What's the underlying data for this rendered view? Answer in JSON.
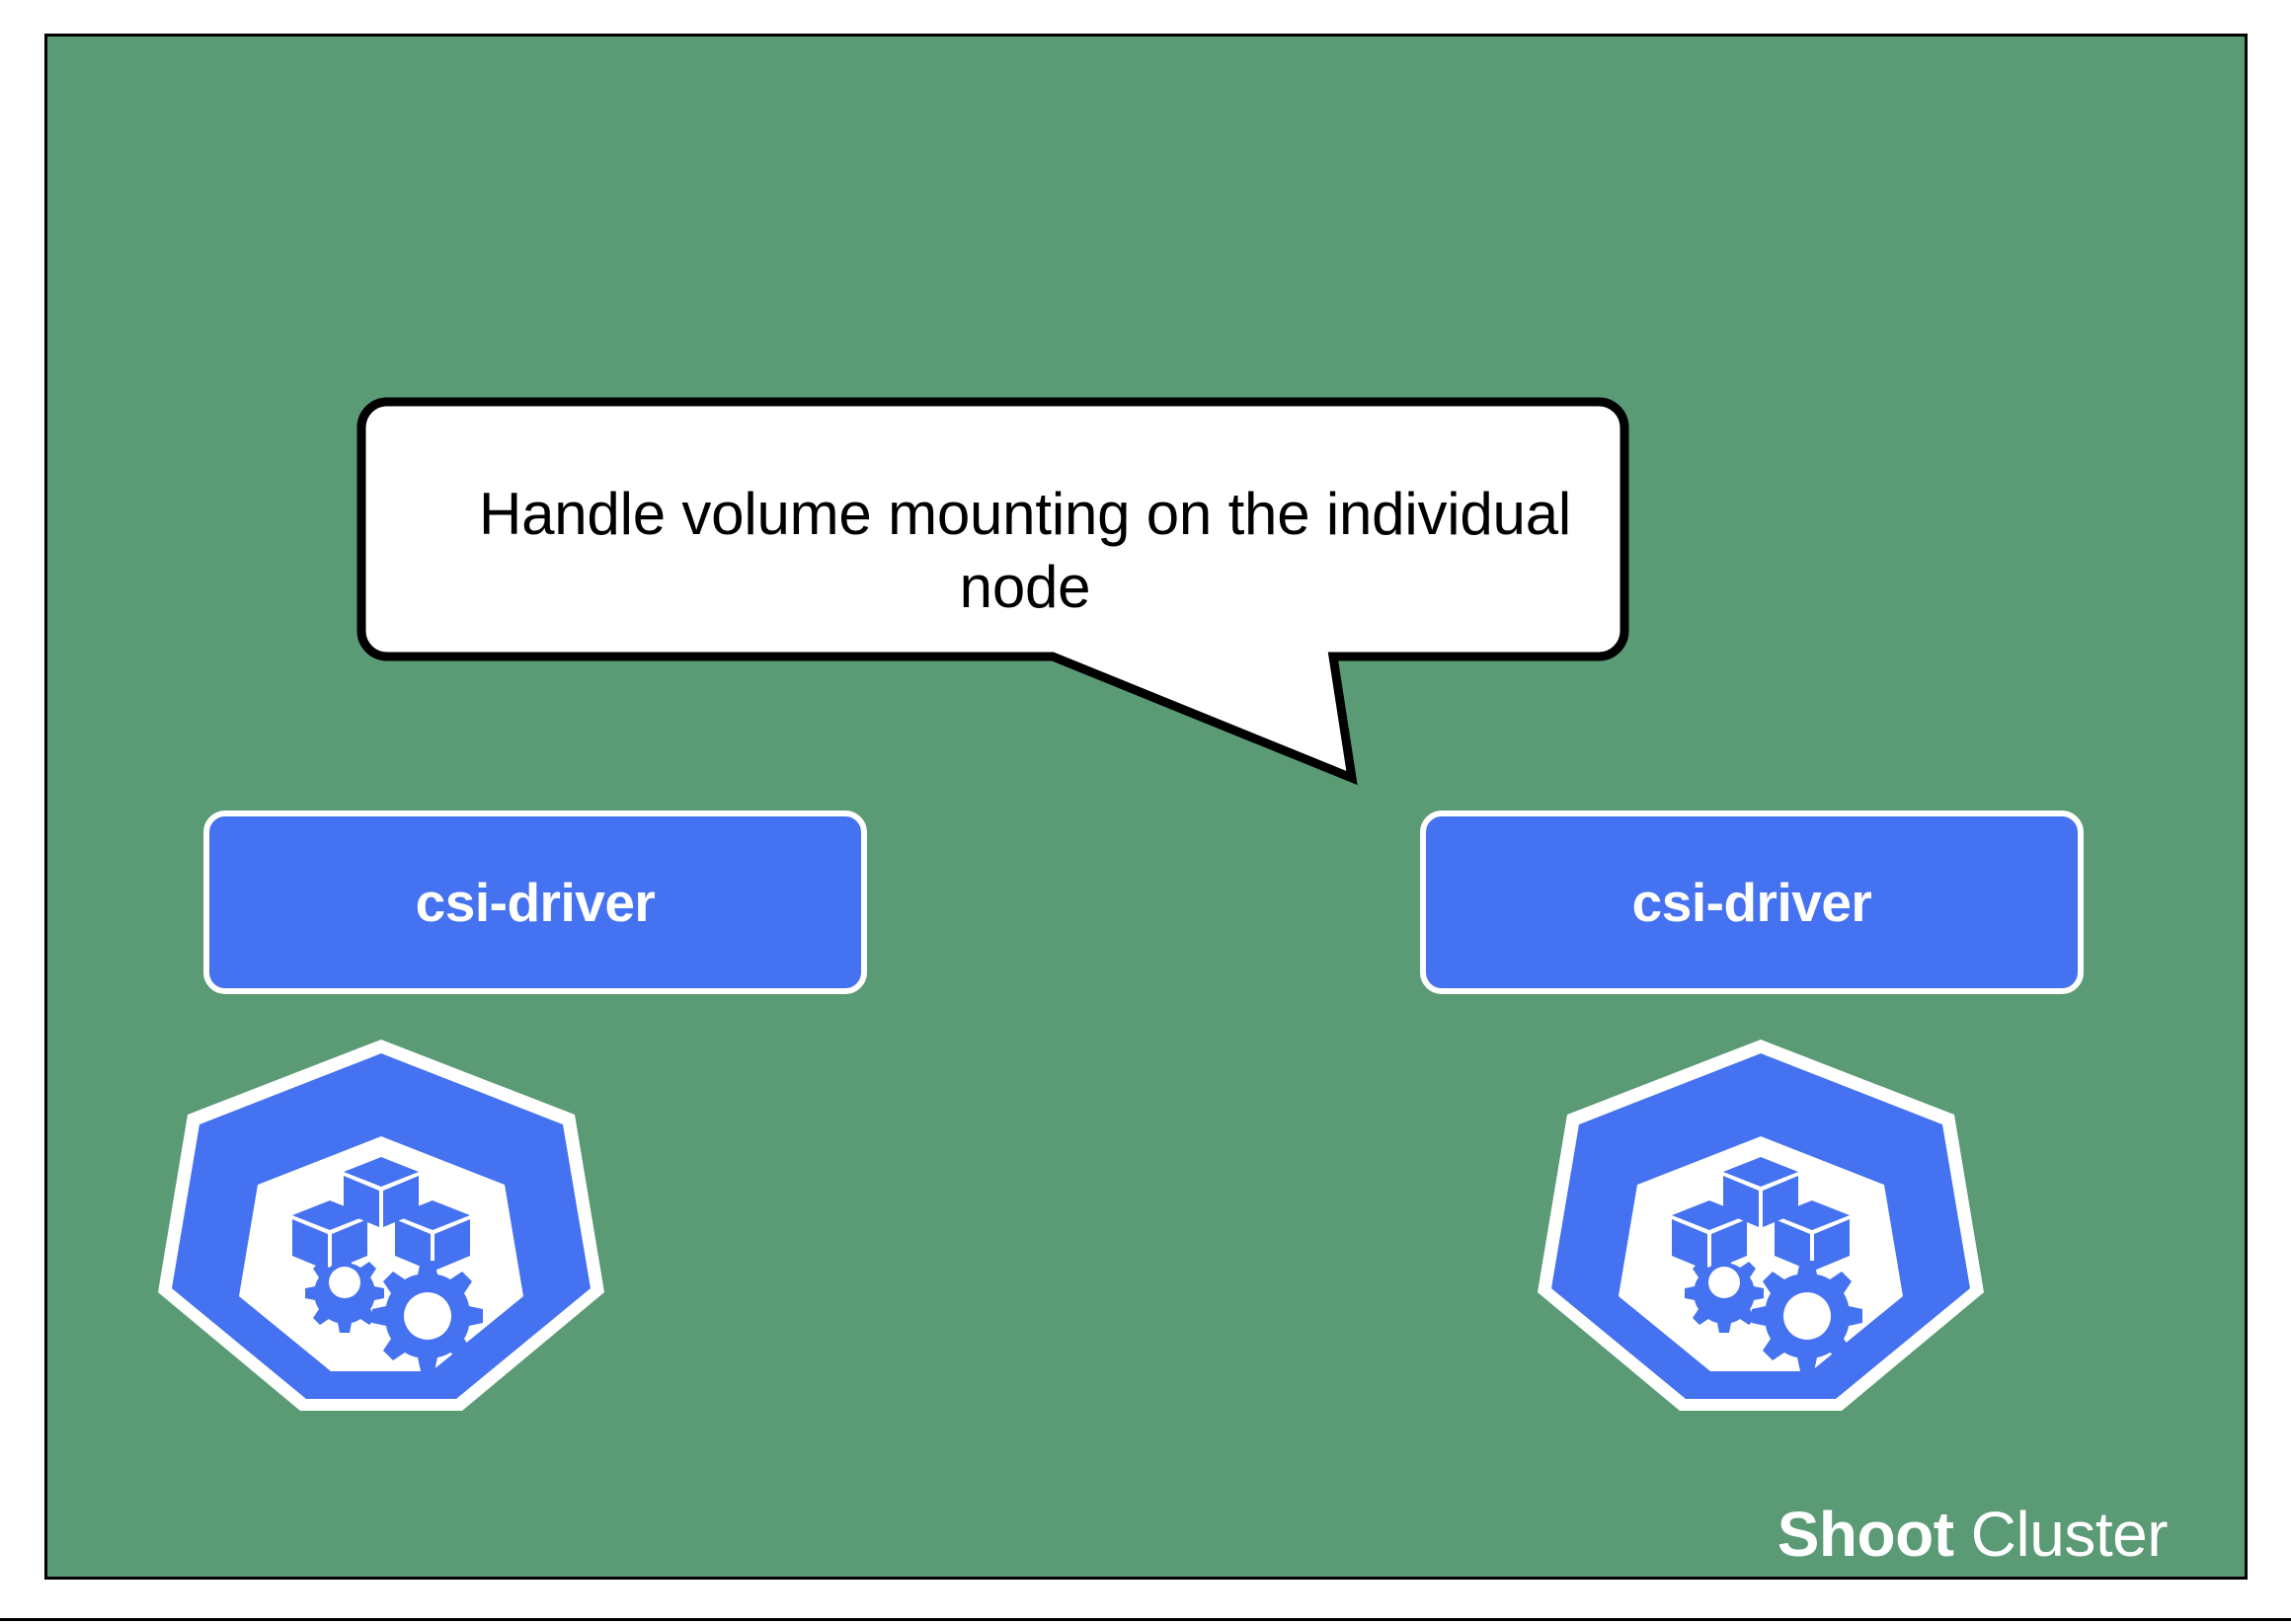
{
  "diagram": {
    "title_caption": {
      "strong": "Shoot",
      "normal": " Cluster"
    },
    "callout": {
      "text": "Handle volume mounting on the individual node",
      "line1": "Handle volume mounting on the",
      "line2": "individual node",
      "points_to": "csi-driver-right"
    },
    "nodes": [
      {
        "id": "node-left",
        "driver_label": "csi-driver",
        "icon": "kubernetes-node-icon"
      },
      {
        "id": "node-right",
        "driver_label": "csi-driver",
        "icon": "kubernetes-node-icon"
      }
    ],
    "colors": {
      "cluster_background": "#5a9a75",
      "component_blue": "#4572f0",
      "border_white": "#ffffff",
      "outline_black": "#000000",
      "callout_fill": "#ffffff"
    }
  }
}
